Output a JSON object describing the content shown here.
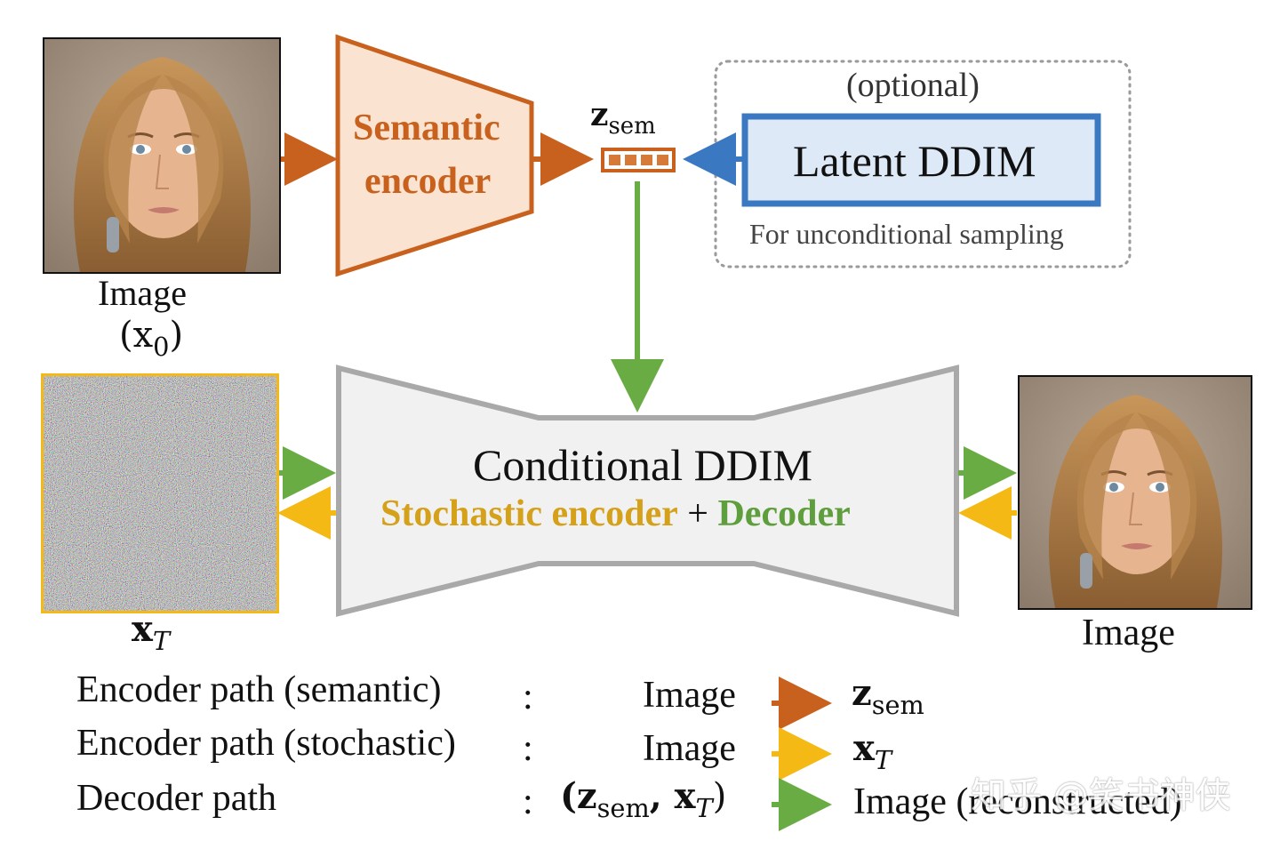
{
  "top": {
    "image_label": "Image",
    "x0_label": "(x",
    "x0_sub": "0",
    "x0_close": ")",
    "semantic_encoder": {
      "line1": "Semantic",
      "line2": "encoder"
    },
    "zsem_main": "z",
    "zsem_sub": "sem",
    "optional_label": "(optional)",
    "latent_ddim": "Latent DDIM",
    "uncond_note": "For unconditional sampling"
  },
  "middle": {
    "xT_main": "x",
    "xT_sub": "T",
    "conditional_ddim": "Conditional DDIM",
    "stochastic_encoder": "Stochastic encoder",
    "plus": "+",
    "decoder": "Decoder",
    "output_image_label": "Image"
  },
  "legend": [
    {
      "name": "Encoder path (semantic)",
      "colon": ":",
      "from": "Image",
      "to_main": "z",
      "to_sub": "sem",
      "arrow_color": "#c8611d"
    },
    {
      "name": "Encoder path (stochastic)",
      "colon": ":",
      "from": "Image",
      "to_main": "x",
      "to_sub": "T",
      "arrow_color": "#f5b915"
    },
    {
      "name": "Decoder path",
      "colon": ":",
      "from_pre": "(z",
      "from_sub1": "sem",
      "from_mid": ", x",
      "from_sub2": "T",
      "from_post": ")",
      "to_text": "Image (reconstructed)",
      "arrow_color": "#6aac44"
    }
  ],
  "watermark": "知乎 @笑书神侠",
  "colors": {
    "orange": "#c8611d",
    "orange_fill": "#fbe3d1",
    "blue": "#3a78c2",
    "blue_fill": "#dde9f7",
    "green": "#6aac44",
    "yellow": "#f5b915",
    "stochastic_text": "#d6a11a",
    "decoder_text": "#5e9e3c",
    "gray_border": "#a9a9a9",
    "gray_fill": "#f1f1f1"
  }
}
